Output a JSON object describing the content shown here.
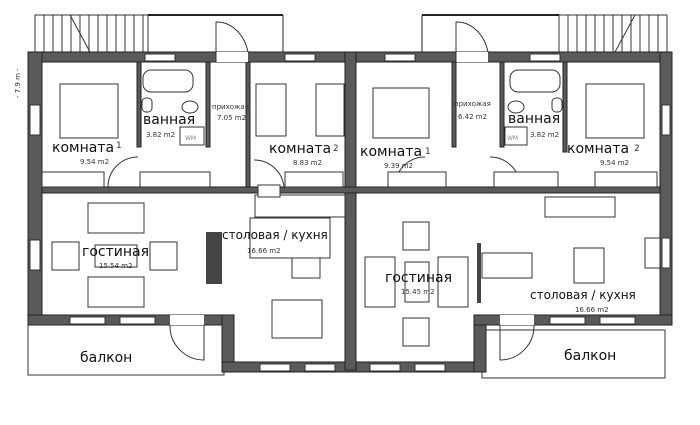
{
  "dimension": "- 7.9 m -",
  "left_unit": {
    "room1": {
      "label": "комната",
      "num": "1",
      "area": "9.54 m2"
    },
    "bath": {
      "label": "ванная",
      "area": "3.82 m2",
      "wm": "WM"
    },
    "hall": {
      "label": "прихожая",
      "area": "7.05 m2"
    },
    "room2": {
      "label": "комната",
      "num": "2",
      "area": "8.83 m2"
    },
    "kitchen": {
      "label": "столовая / кухня",
      "area": "16.66 m2"
    },
    "living": {
      "label": "гостиная",
      "area": "15.54 m2"
    },
    "balcony": {
      "label": "балкон"
    }
  },
  "right_unit": {
    "room1": {
      "label": "комната",
      "num": "1",
      "area": "9.39 m2"
    },
    "hall": {
      "label": "прихожая",
      "area": "6.42 m2"
    },
    "bath": {
      "label": "ванная",
      "area": "3.82 m2",
      "wm": "WM"
    },
    "room2": {
      "label": "комната",
      "num": "2",
      "area": "9.54 m2"
    },
    "living": {
      "label": "гостиная",
      "area": "15.45 m2"
    },
    "kitchen": {
      "label": "столовая / кухня",
      "area": "16.66 m2"
    },
    "balcony": {
      "label": "балкон"
    }
  }
}
